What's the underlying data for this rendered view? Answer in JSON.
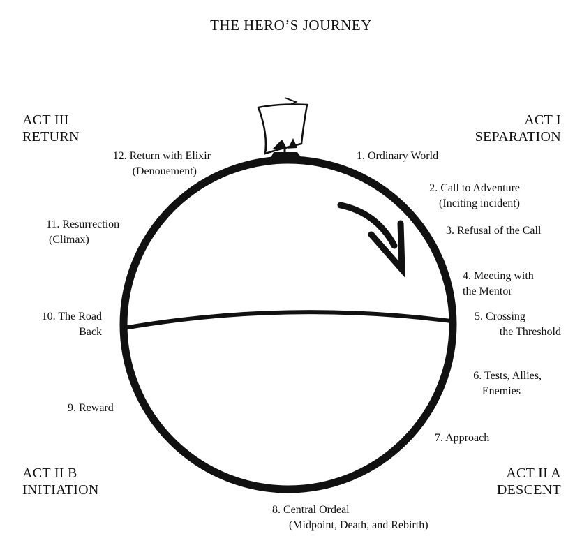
{
  "title": "THE HERO’S JOURNEY",
  "acts": {
    "act1": {
      "line1": "ACT I",
      "line2": "SEPARATION"
    },
    "act2a": {
      "line1": "ACT II A",
      "line2": "DESCENT"
    },
    "act2b": {
      "line1": "ACT II B",
      "line2": "INITIATION"
    },
    "act3": {
      "line1": "ACT III",
      "line2": "RETURN"
    }
  },
  "stages": {
    "s1": {
      "line1": "1. Ordinary World"
    },
    "s2": {
      "line1": "2. Call to Adventure",
      "line2": "(Inciting incident)"
    },
    "s3": {
      "line1": "3. Refusal of the Call"
    },
    "s4": {
      "line1": "4. Meeting with",
      "line2": "the Mentor"
    },
    "s5": {
      "line1": "5. Crossing",
      "line2": "the Threshold"
    },
    "s6": {
      "line1": "6. Tests, Allies,",
      "line2": "Enemies"
    },
    "s7": {
      "line1": "7. Approach"
    },
    "s8": {
      "line1": "8. Central Ordeal",
      "line2": "(Midpoint, Death, and Rebirth)"
    },
    "s9": {
      "line1": "9. Reward"
    },
    "s10": {
      "line1": "10. The Road",
      "line2": "Back"
    },
    "s11": {
      "line1": "11. Resurrection",
      "line2": "(Climax)"
    },
    "s12": {
      "line1": "12. Return with Elixir",
      "line2": "(Denouement)"
    }
  },
  "icons": {
    "ship": "sailing-ship-icon",
    "arrow": "curved-arrow-icon"
  },
  "colors": {
    "ink": "#111111",
    "background": "#ffffff"
  }
}
